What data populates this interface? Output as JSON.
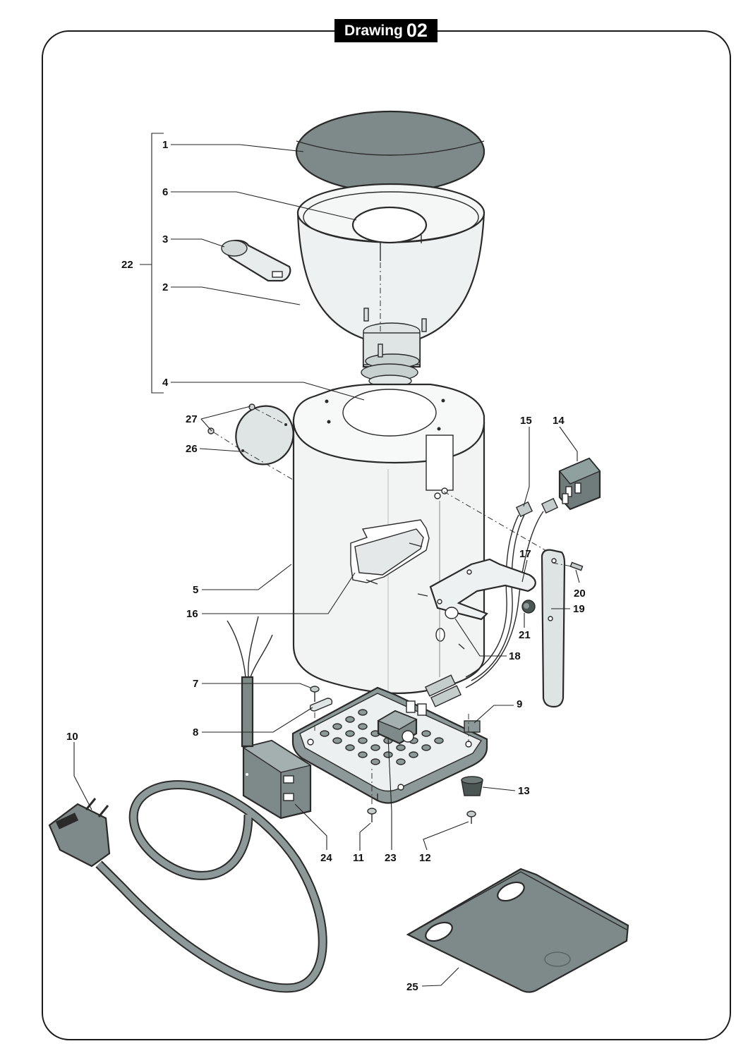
{
  "drawing": {
    "title_word": "Drawing",
    "title_number": "02"
  },
  "colors": {
    "part_fill": "#7d8a89",
    "part_light": "#e9ecec",
    "outline": "#2a2a2a",
    "background": "#ffffff"
  },
  "callouts": {
    "c1": "1",
    "c2": "2",
    "c3": "3",
    "c4": "4",
    "c5": "5",
    "c6": "6",
    "c7": "7",
    "c8": "8",
    "c9": "9",
    "c10": "10",
    "c11": "11",
    "c12": "12",
    "c13": "13",
    "c14": "14",
    "c15": "15",
    "c16": "16",
    "c17": "17",
    "c18": "18",
    "c19": "19",
    "c20": "20",
    "c21": "21",
    "c22": "22",
    "c23": "23",
    "c24": "24",
    "c25": "25",
    "c26": "26",
    "c27": "27"
  }
}
